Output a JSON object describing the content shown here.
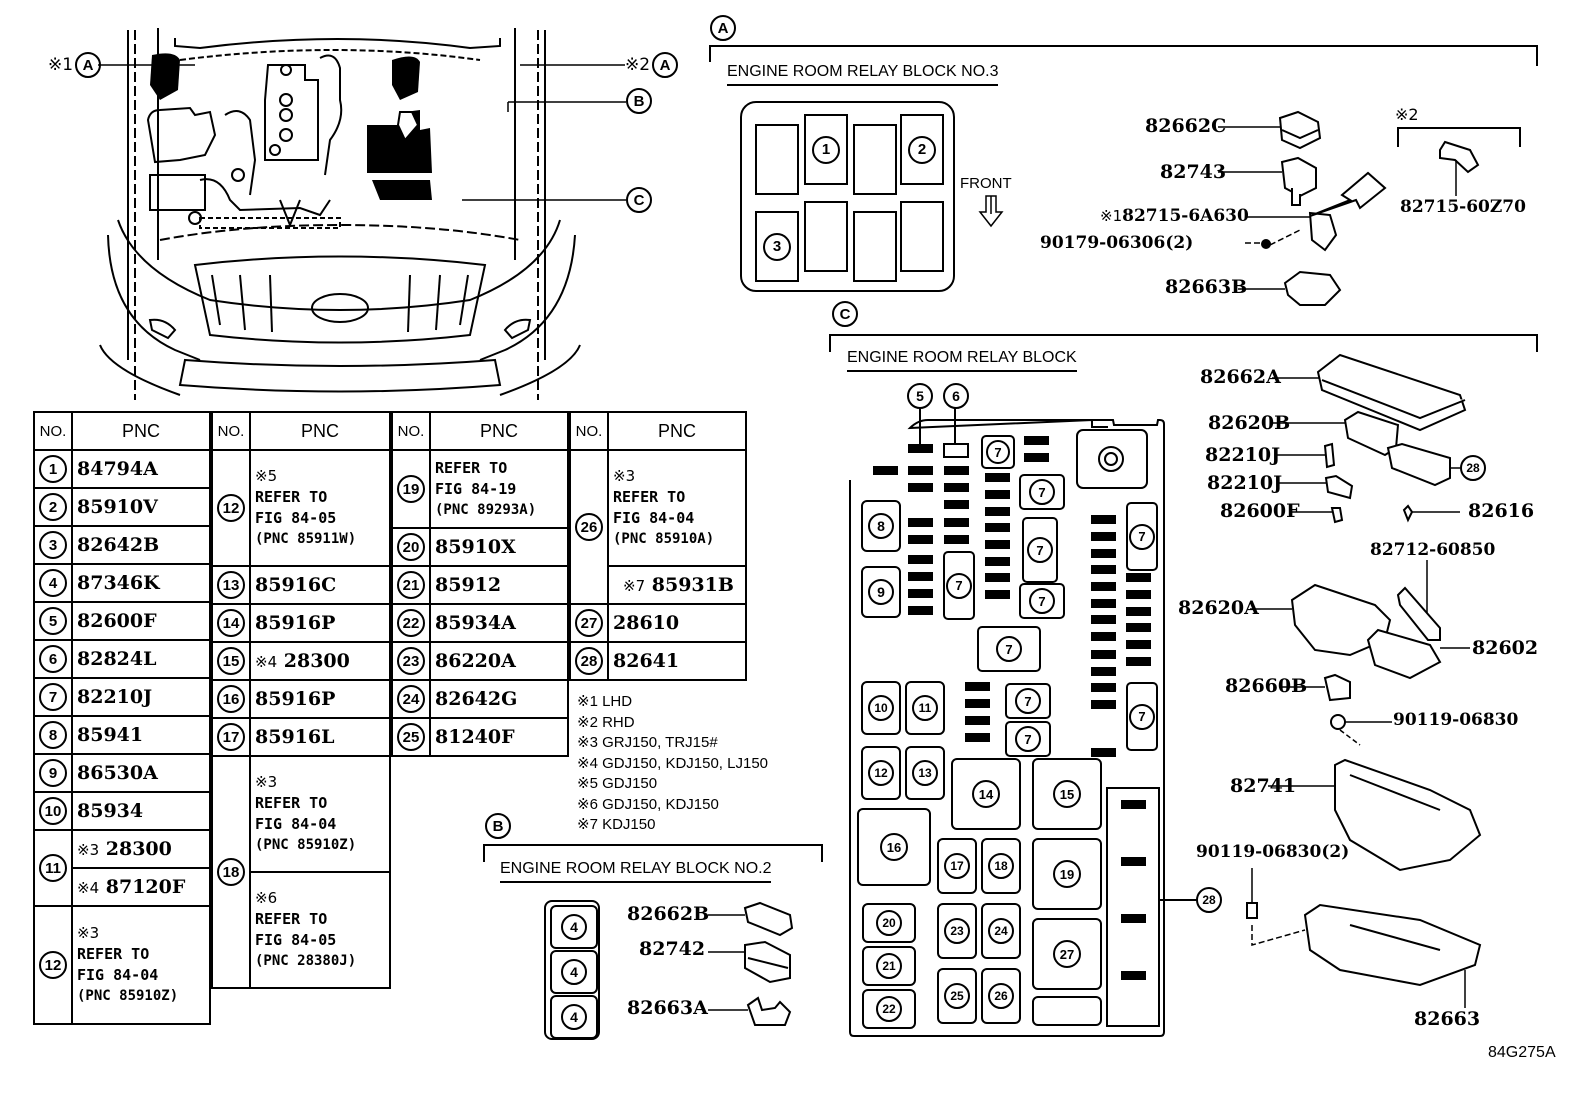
{
  "figure_code": "84G275A",
  "vehicle_callouts": [
    {
      "note": "※1",
      "letter": "A"
    },
    {
      "note": "※2",
      "letter": "A"
    },
    {
      "note": "",
      "letter": "B"
    },
    {
      "note": "",
      "letter": "C"
    }
  ],
  "table": {
    "headers": {
      "no": "NO.",
      "pnc": "PNC"
    },
    "col1": [
      {
        "no": "1",
        "pnc": "84794A"
      },
      {
        "no": "2",
        "pnc": "85910V"
      },
      {
        "no": "3",
        "pnc": "82642B"
      },
      {
        "no": "4",
        "pnc": "87346K"
      },
      {
        "no": "5",
        "pnc": "82600F"
      },
      {
        "no": "6",
        "pnc": "82824L"
      },
      {
        "no": "7",
        "pnc": "82210J"
      },
      {
        "no": "8",
        "pnc": "85941"
      },
      {
        "no": "9",
        "pnc": "86530A"
      },
      {
        "no": "10",
        "pnc": "85934"
      },
      {
        "no": "11",
        "a_note": "※3",
        "a_pnc": "28300",
        "b_note": "※4",
        "b_pnc": "87120F"
      },
      {
        "no": "12",
        "note": "※3",
        "line1": "REFER TO",
        "line2": "FIG 84-04",
        "line3": "(PNC 85910Z)"
      }
    ],
    "col2": [
      {
        "no": "12",
        "note": "※5",
        "line1": "REFER TO",
        "line2": "FIG 84-05",
        "line3": "(PNC 85911W)"
      },
      {
        "no": "13",
        "pnc": "85916C"
      },
      {
        "no": "14",
        "pnc": "85916P"
      },
      {
        "no": "15",
        "note": "※4",
        "pnc": "28300"
      },
      {
        "no": "16",
        "pnc": "85916P"
      },
      {
        "no": "17",
        "pnc": "85916L"
      },
      {
        "no": "18",
        "a_note": "※3",
        "a_line1": "REFER TO",
        "a_line2": "FIG 84-04",
        "a_line3": "(PNC 85910Z)",
        "b_note": "※6",
        "b_line1": "REFER TO",
        "b_line2": "FIG 84-05",
        "b_line3": "(PNC 28380J)"
      }
    ],
    "col3": [
      {
        "no": "19",
        "line1": "REFER TO",
        "line2": "FIG 84-19",
        "line3": "(PNC 89293A)"
      },
      {
        "no": "20",
        "pnc": "85910X"
      },
      {
        "no": "21",
        "pnc": "85912"
      },
      {
        "no": "22",
        "pnc": "85934A"
      },
      {
        "no": "23",
        "pnc": "86220A"
      },
      {
        "no": "24",
        "pnc": "82642G"
      },
      {
        "no": "25",
        "pnc": "81240F"
      }
    ],
    "col4": [
      {
        "no": "26",
        "a_note": "※3",
        "a_line1": "REFER TO",
        "a_line2": "FIG 84-04",
        "a_line3": "(PNC 85910A)",
        "b_note": "※7",
        "b_pnc": "85931B"
      },
      {
        "no": "27",
        "pnc": "28610"
      },
      {
        "no": "28",
        "pnc": "82641"
      }
    ]
  },
  "notes": [
    "※1 LHD",
    "※2 RHD",
    "※3 GRJ150, TRJ15#",
    "※4 GDJ150, KDJ150, LJ150",
    "※5 GDJ150",
    "※6 GDJ150, KDJ150",
    "※7 KDJ150"
  ],
  "section_a": {
    "letter": "A",
    "title": "ENGINE ROOM RELAY BLOCK NO.3",
    "slots": [
      "1",
      "2",
      "3"
    ],
    "front_label": "FRONT",
    "parts": [
      {
        "label": "82662C"
      },
      {
        "label": "82743"
      },
      {
        "note": "※1",
        "label": "82715-6A630"
      },
      {
        "label": "90179-06306(2)"
      },
      {
        "label": "82663B"
      }
    ],
    "rhd_group": {
      "note": "※2",
      "label": "82715-60Z70"
    }
  },
  "section_b": {
    "letter": "B",
    "title": "ENGINE ROOM RELAY BLOCK NO.2",
    "slots": [
      "4",
      "4",
      "4"
    ],
    "parts": [
      {
        "label": "82662B"
      },
      {
        "label": "82742"
      },
      {
        "label": "82663A"
      }
    ]
  },
  "section_c": {
    "letter": "C",
    "title": "ENGINE ROOM RELAY BLOCK",
    "slots": [
      "5",
      "6",
      "7",
      "7",
      "7",
      "7",
      "7",
      "7",
      "7",
      "7",
      "7",
      "8",
      "9",
      "10",
      "11",
      "12",
      "13",
      "14",
      "15",
      "16",
      "17",
      "18",
      "19",
      "20",
      "21",
      "22",
      "23",
      "24",
      "25",
      "26",
      "27",
      "28"
    ],
    "parts": [
      {
        "label": "82662A"
      },
      {
        "label": "82620B"
      },
      {
        "label": "82210J"
      },
      {
        "label": "82210J"
      },
      {
        "label": "82600F"
      },
      {
        "label": "82616"
      },
      {
        "label": "82712-60850"
      },
      {
        "label": "82620A"
      },
      {
        "label": "82602"
      },
      {
        "label": "82660B"
      },
      {
        "label": "90119-06830"
      },
      {
        "label": "82741"
      },
      {
        "label": "90119-06830(2)"
      },
      {
        "label": "82663"
      }
    ],
    "callout_28": "28"
  }
}
